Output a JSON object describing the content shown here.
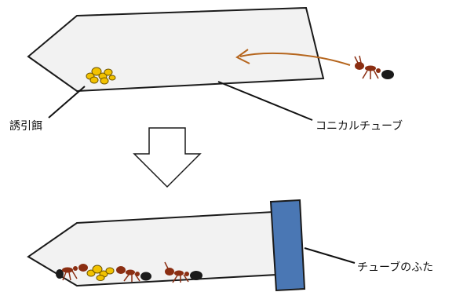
{
  "labels": {
    "bait": "誘引餌",
    "tube": "コニカルチューブ",
    "cap": "チューブのふた"
  },
  "colors": {
    "tube_fill": "#f2f2f2",
    "outline": "#1a1a1a",
    "cap_fill": "#4a77b4",
    "arrow": "#b5651d",
    "ant_body": "#8b2e12",
    "ant_abdomen": "#1a1a1a",
    "bait": "#f2c200"
  }
}
